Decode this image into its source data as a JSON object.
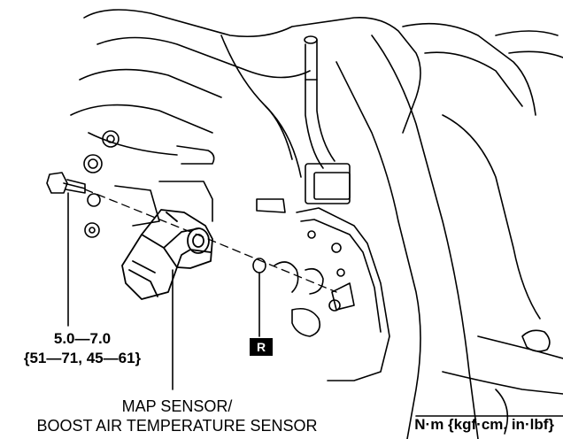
{
  "torque": {
    "value_nm": "5.0—7.0",
    "value_alt": "{51—71, 45—61}"
  },
  "sensor": {
    "line1": "MAP SENSOR/",
    "line2": "BOOST AIR TEMPERATURE SENSOR"
  },
  "units": "N·m {kgf·cm, in·lbf}",
  "marker": "R",
  "colors": {
    "ink": "#000000",
    "paper": "#ffffff"
  }
}
